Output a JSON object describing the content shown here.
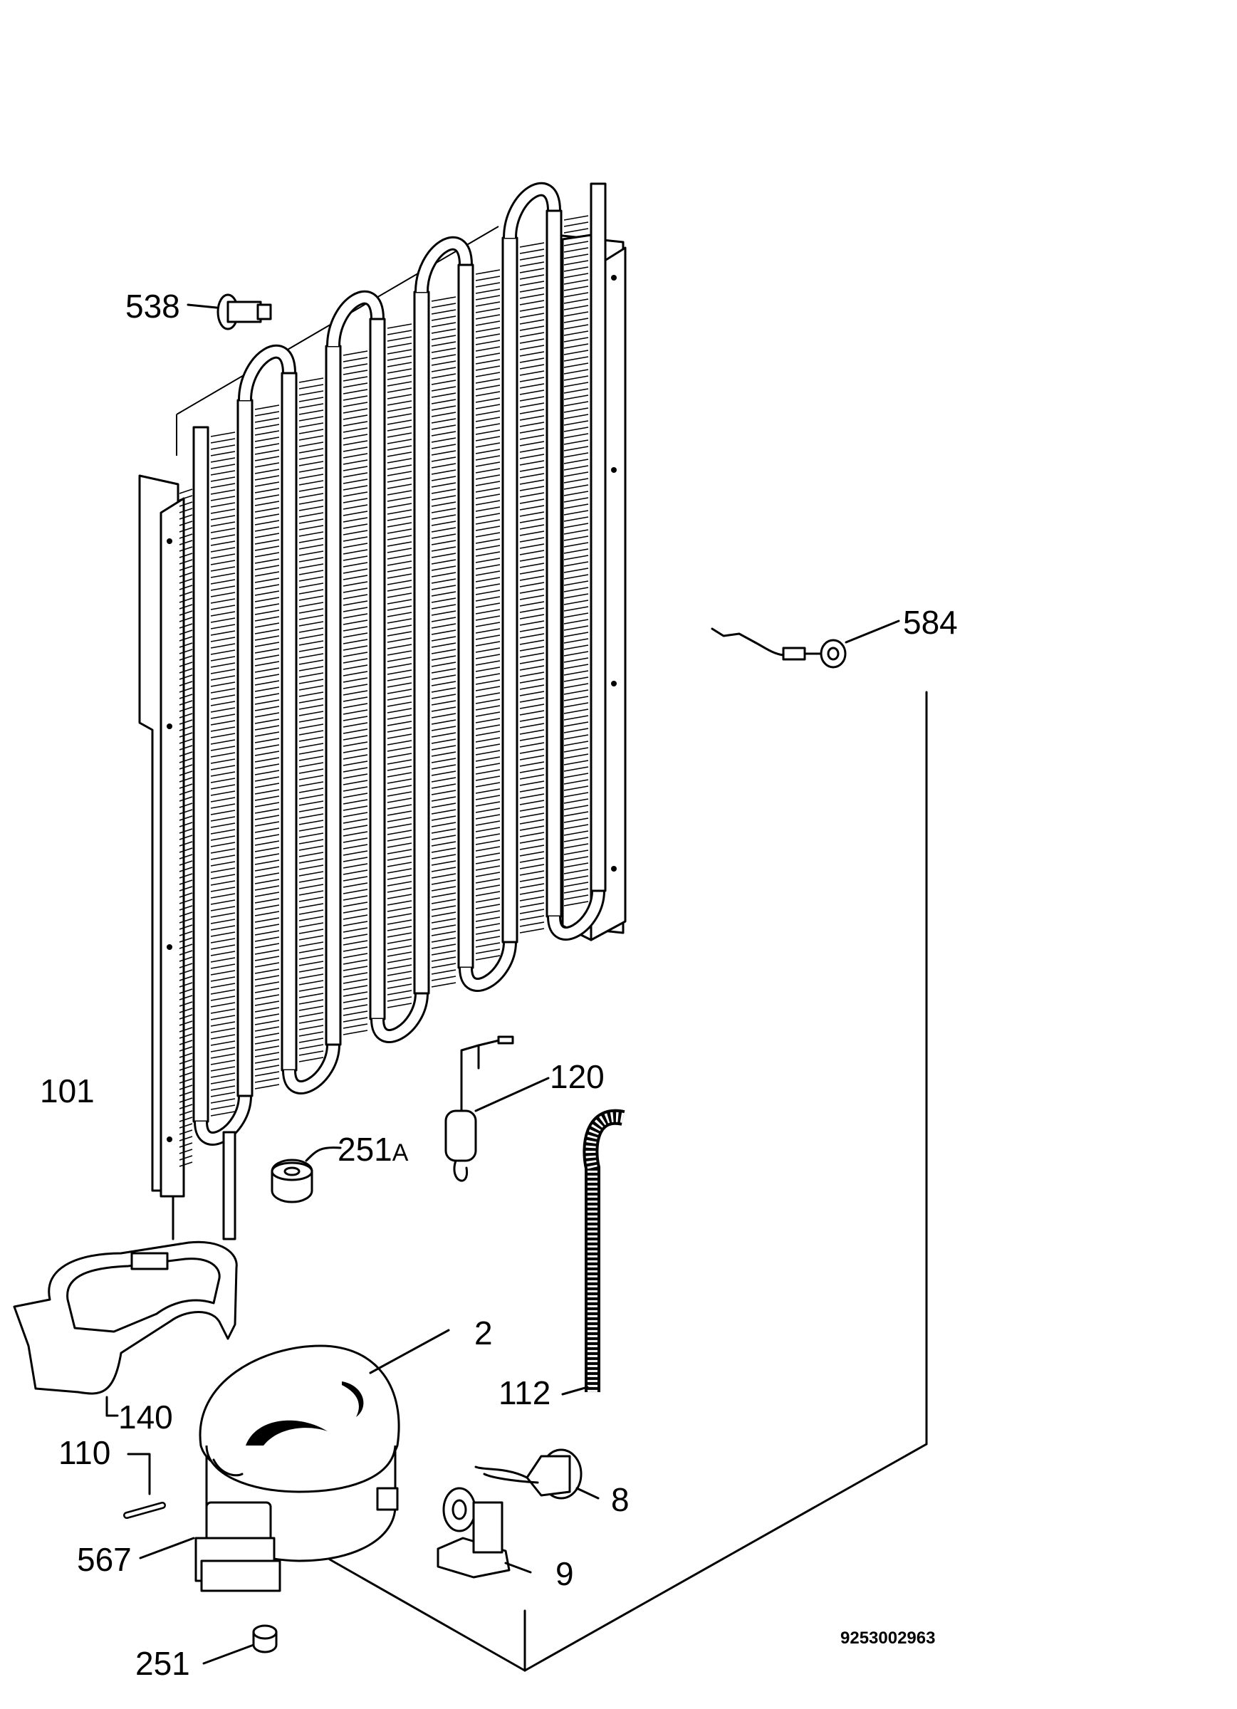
{
  "diagram": {
    "labels": [
      {
        "id": "538",
        "text": "538"
      },
      {
        "id": "584",
        "text": "584"
      },
      {
        "id": "120",
        "text": "120"
      },
      {
        "id": "101",
        "text": "101"
      },
      {
        "id": "251a",
        "text": "251",
        "suffix": "A"
      },
      {
        "id": "2",
        "text": "2"
      },
      {
        "id": "112",
        "text": "112"
      },
      {
        "id": "140",
        "text": "140"
      },
      {
        "id": "110",
        "text": "110"
      },
      {
        "id": "8",
        "text": "8"
      },
      {
        "id": "567",
        "text": "567"
      },
      {
        "id": "9",
        "text": "9"
      },
      {
        "id": "251",
        "text": "251"
      }
    ],
    "drawing_number": "9253002963"
  }
}
